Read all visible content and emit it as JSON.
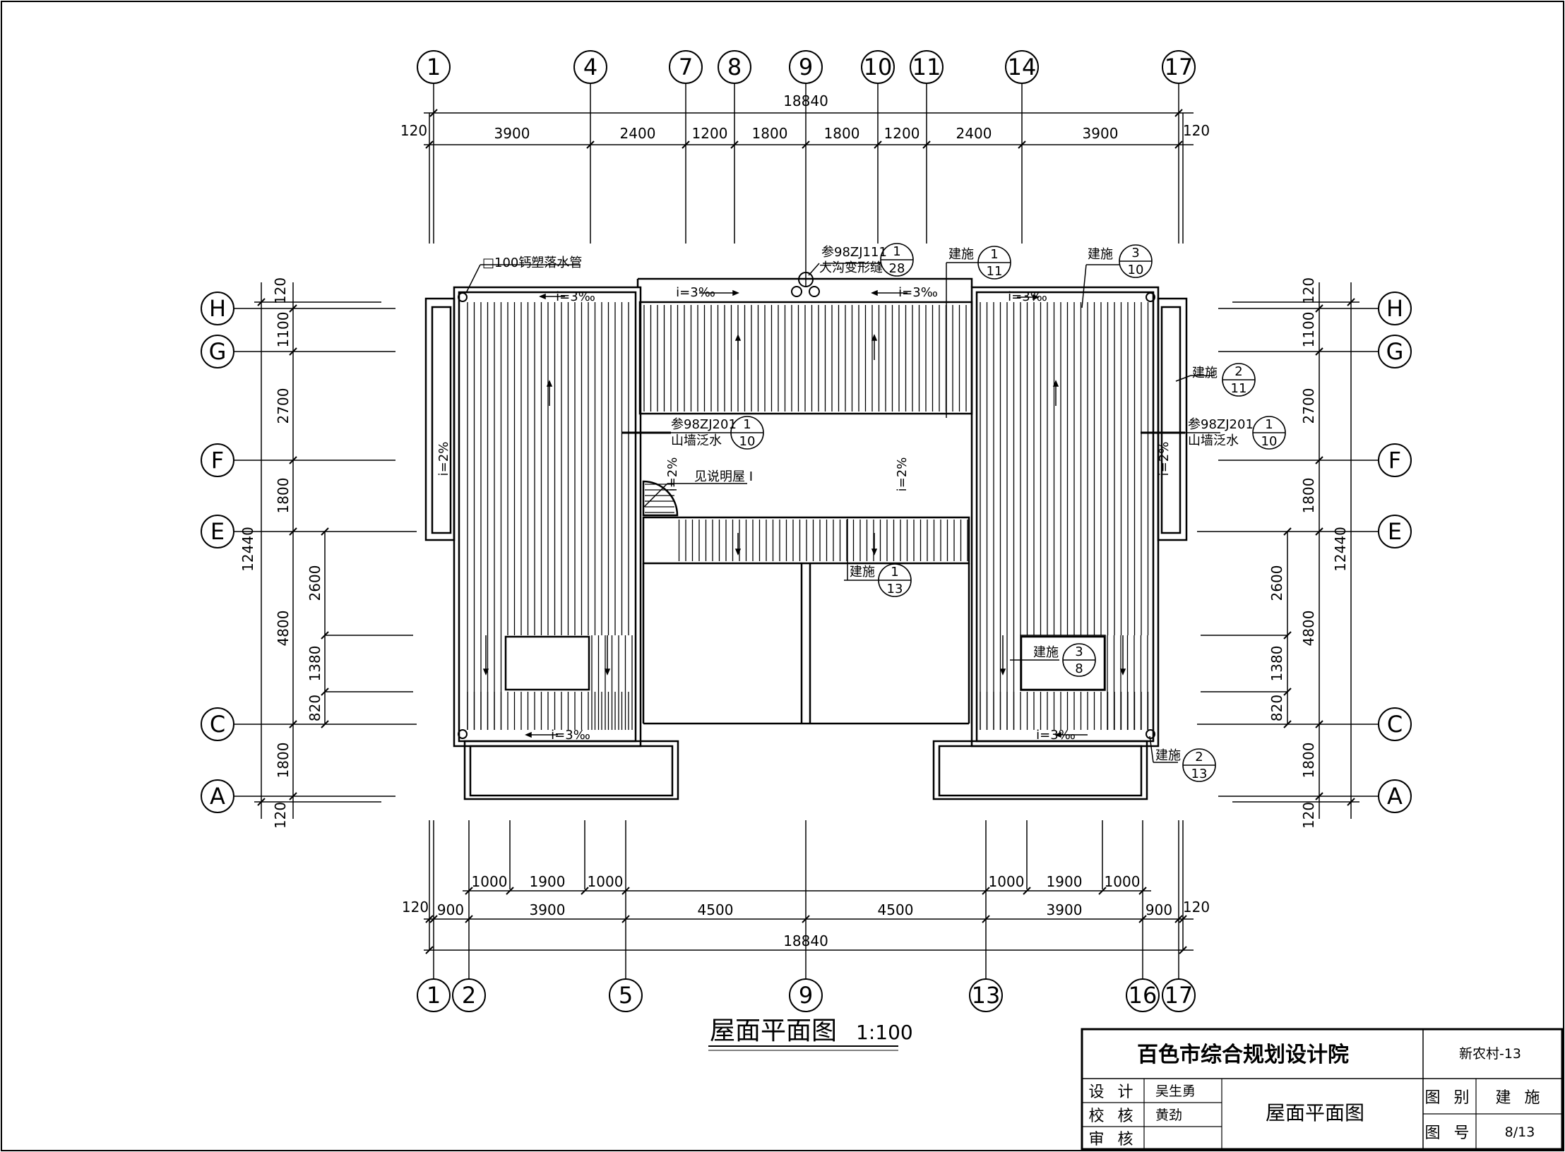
{
  "top_axes": [
    "1",
    "4",
    "7",
    "8",
    "9",
    "10",
    "11",
    "14",
    "17"
  ],
  "bottom_axes": [
    "1",
    "2",
    "5",
    "9",
    "13",
    "16",
    "17"
  ],
  "left_axes": [
    "H",
    "G",
    "F",
    "E",
    "C",
    "A"
  ],
  "right_axes": [
    "H",
    "G",
    "F",
    "E",
    "C",
    "A"
  ],
  "top_dims": {
    "overall": "18840",
    "edge_left": "120",
    "edge_right": "120",
    "spans": [
      "3900",
      "2400",
      "1200",
      "1800",
      "1800",
      "1200",
      "2400",
      "3900"
    ]
  },
  "bottom_dims": {
    "overall": "18840",
    "edge_left": "120",
    "edge_right": "120",
    "row1": [
      "1000",
      "1900",
      "1000",
      "1000",
      "1900",
      "1000"
    ],
    "row2": [
      "900",
      "3900",
      "4500",
      "4500",
      "3900",
      "900"
    ]
  },
  "left_dims": {
    "overall": "12440",
    "top_edge": "120",
    "bottom_edge": "120",
    "spans": [
      "1100",
      "2700",
      "1800",
      "4800",
      "1800"
    ],
    "inner": [
      "2600",
      "1380",
      "820"
    ]
  },
  "right_dims": {
    "overall": "12440",
    "top_edge": "120",
    "bottom_edge": "120",
    "spans": [
      "1100",
      "2700",
      "1800",
      "4800",
      "1800"
    ],
    "inner": [
      "2600",
      "1380",
      "820"
    ]
  },
  "annotations": {
    "downpipe": "□100钙塑落水管",
    "ref_98zj111": "参98ZJ111",
    "expansion_joint": "大沟变形缝",
    "ref_98zj201": "参98ZJ201",
    "parapet_flashing": "山墙泛水",
    "see_note": "见说明屋 I",
    "jianshi": "建施",
    "slope_3": "i=3‰",
    "slope_2": "i=2%"
  },
  "callouts": [
    {
      "num": "1",
      "den": "28"
    },
    {
      "num": "1",
      "den": "11"
    },
    {
      "num": "3",
      "den": "10"
    },
    {
      "num": "2",
      "den": "11"
    },
    {
      "num": "1",
      "den": "10"
    },
    {
      "num": "1",
      "den": "10"
    },
    {
      "num": "1",
      "den": "13"
    },
    {
      "num": "3",
      "den": "8"
    },
    {
      "num": "2",
      "den": "13"
    }
  ],
  "title": {
    "name": "屋面平面图",
    "scale": "1:100"
  },
  "title_block": {
    "institute": "百色市综合规划设计院",
    "project": "新农村-13",
    "design_label": "设 计",
    "designer": "吴生勇",
    "check_label": "校 核",
    "checker": "黄劲",
    "review_label": "审 核",
    "reviewer": "",
    "drawing_name": "屋面平面图",
    "category_label": "图 别",
    "category": "建 施",
    "number_label": "图 号",
    "number": "8/13"
  }
}
